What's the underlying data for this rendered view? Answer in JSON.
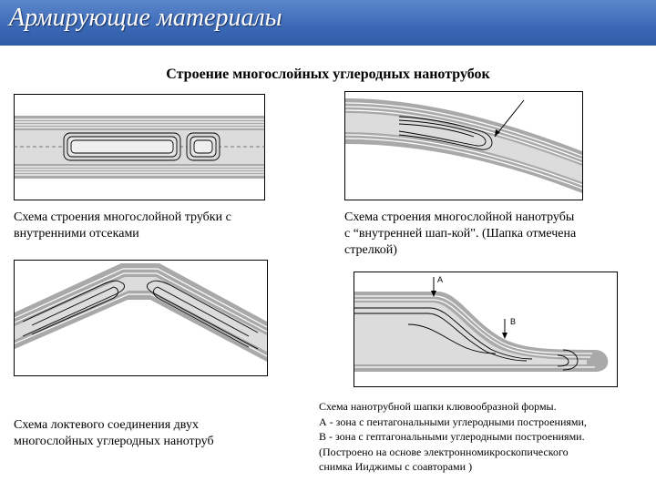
{
  "header": {
    "title": "Армирующие материалы"
  },
  "subtitle": "Строение многослойных  углеродных нанотрубок",
  "figures": {
    "fig_tl": {
      "caption_lines": [
        "Схема строения многослойной трубки с",
        "внутренними отсеками"
      ]
    },
    "fig_tr": {
      "caption_lines": [
        "Схема строения многослойной нанотрубы",
        "с “внутренней шап-кой\". (Шапка отмечена",
        "стрелкой)"
      ]
    },
    "fig_bl": {
      "caption_lines": [
        "Схема локтевого соединения двух",
        "многослойных углеродных нанотруб"
      ]
    },
    "fig_br": {
      "label_a": "A",
      "label_b": "B",
      "caption_lines": [
        "Схема нанотрубной шапки клювообразной  формы.",
        "А - зона с пентагональными углеродными построениями,",
        "В - зона с гептагональными углеродными построениями.",
        "(Построено на основе электронномикроскопического",
        "снимка Ииджимы с соавторами )"
      ]
    }
  },
  "colors": {
    "header_bg": "#3d6bb8",
    "tube_fill": "#a9a9a9",
    "tube_stroke": "#ffffff",
    "outline": "#000000"
  }
}
